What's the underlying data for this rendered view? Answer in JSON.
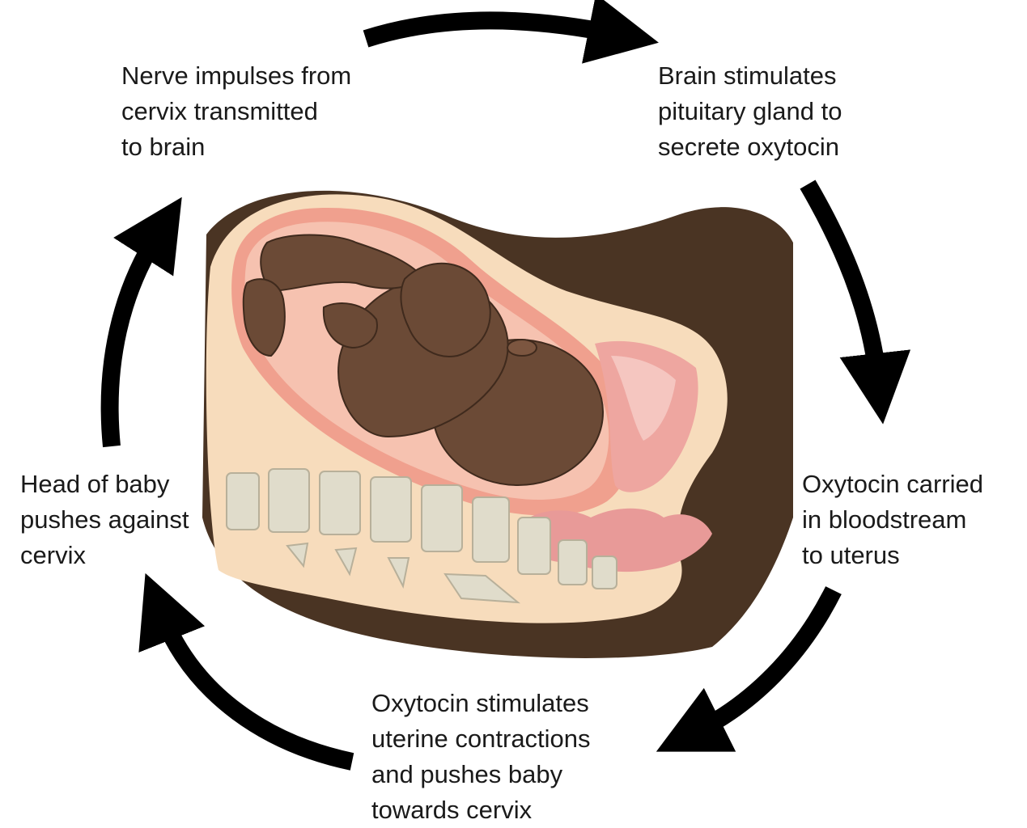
{
  "cycle_steps": [
    {
      "id": "nerve-impulses",
      "text": "Nerve impulses from\ncervix transmitted\nto brain"
    },
    {
      "id": "brain-stimulates",
      "text": "Brain stimulates\npituitary gland to\nsecrete oxytocin"
    },
    {
      "id": "oxytocin-carried",
      "text": "Oxytocin carried\nin bloodstream\nto uterus"
    },
    {
      "id": "oxytocin-stimulates",
      "text": "Oxytocin stimulates\nuterine contractions\nand pushes baby\ntowards cervix"
    },
    {
      "id": "head-pushes",
      "text": "Head of baby\npushes against\ncervix"
    }
  ],
  "colors": {
    "arrow": "#000000",
    "text": "#1a1a1a",
    "background_shadow": "#4a3423",
    "skin_baby": "#6b4a36",
    "uterus_wall": "#f0a08e",
    "amniotic": "#f6c2b0",
    "body_tissue": "#f7dcbc",
    "vertebra": "#e0dccb"
  }
}
